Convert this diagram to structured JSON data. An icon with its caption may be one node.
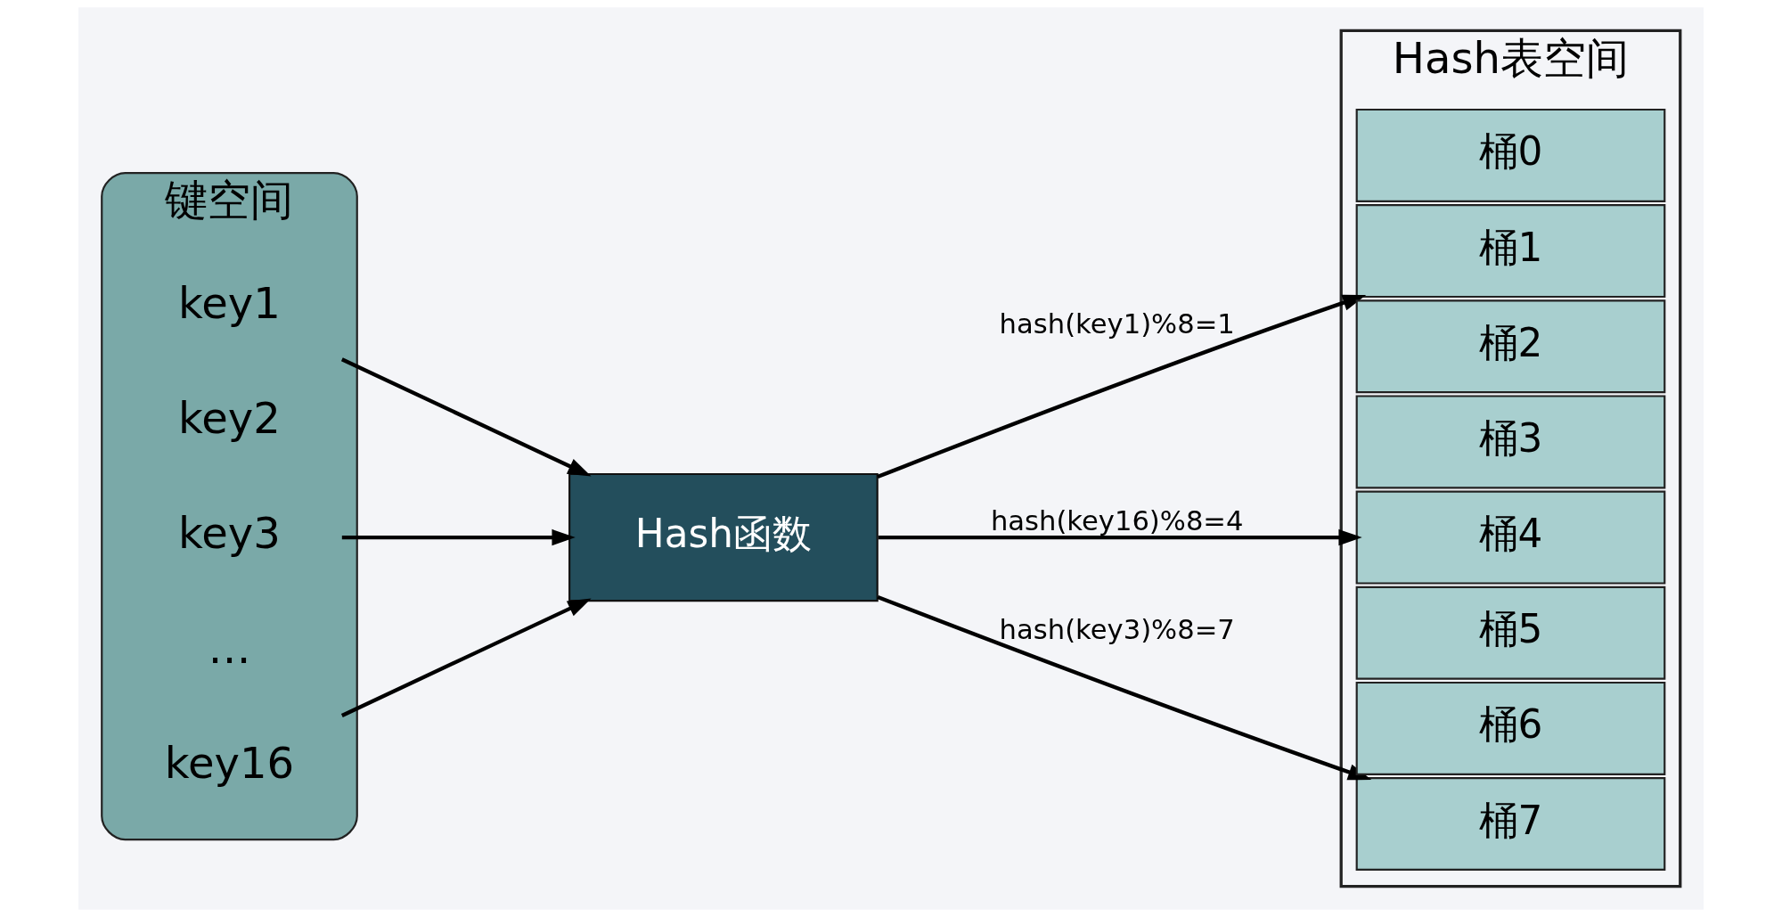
{
  "diagram": {
    "nodes": [
      {
        "text": [
          "键空间"
        ]
      },
      {
        "text": [
          "key1"
        ],
        "in": 0
      },
      {
        "text": [
          "key2"
        ],
        "in": 0
      },
      {
        "text": [
          "key3"
        ],
        "in": 0
      },
      {
        "text": [
          "…"
        ],
        "in": 0
      },
      {
        "text": [
          "key16"
        ],
        "in": 0
      },
      {
        "text": [
          "Hash函数"
        ]
      },
      {
        "text": [
          "Hash表空间"
        ]
      },
      {
        "text": [
          "桶0"
        ],
        "in": 7
      },
      {
        "text": [
          "桶1"
        ],
        "in": 7
      },
      {
        "text": [
          "桶2"
        ],
        "in": 7
      },
      {
        "text": [
          "桶3"
        ],
        "in": 7
      },
      {
        "text": [
          "桶4"
        ],
        "in": 7
      },
      {
        "text": [
          "桶5"
        ],
        "in": 7
      },
      {
        "text": [
          "桶6"
        ],
        "in": 7
      },
      {
        "text": [
          "桶7"
        ],
        "in": 7
      }
    ],
    "edges": [
      {
        "from": 1,
        "to": 6,
        "arrow": "to"
      },
      {
        "from": 3,
        "to": 6,
        "arrow": "to"
      },
      {
        "from": 5,
        "to": 6,
        "arrow": "to"
      },
      {
        "from": 6,
        "to": 9,
        "arrow": "to",
        "label": "hash(key1)%8=1"
      },
      {
        "from": 6,
        "to": 12,
        "arrow": "to",
        "label": "hash(key16)%8=4"
      },
      {
        "from": 6,
        "to": 15,
        "arrow": "to",
        "label": "hash(key3)%8=7"
      }
    ]
  }
}
